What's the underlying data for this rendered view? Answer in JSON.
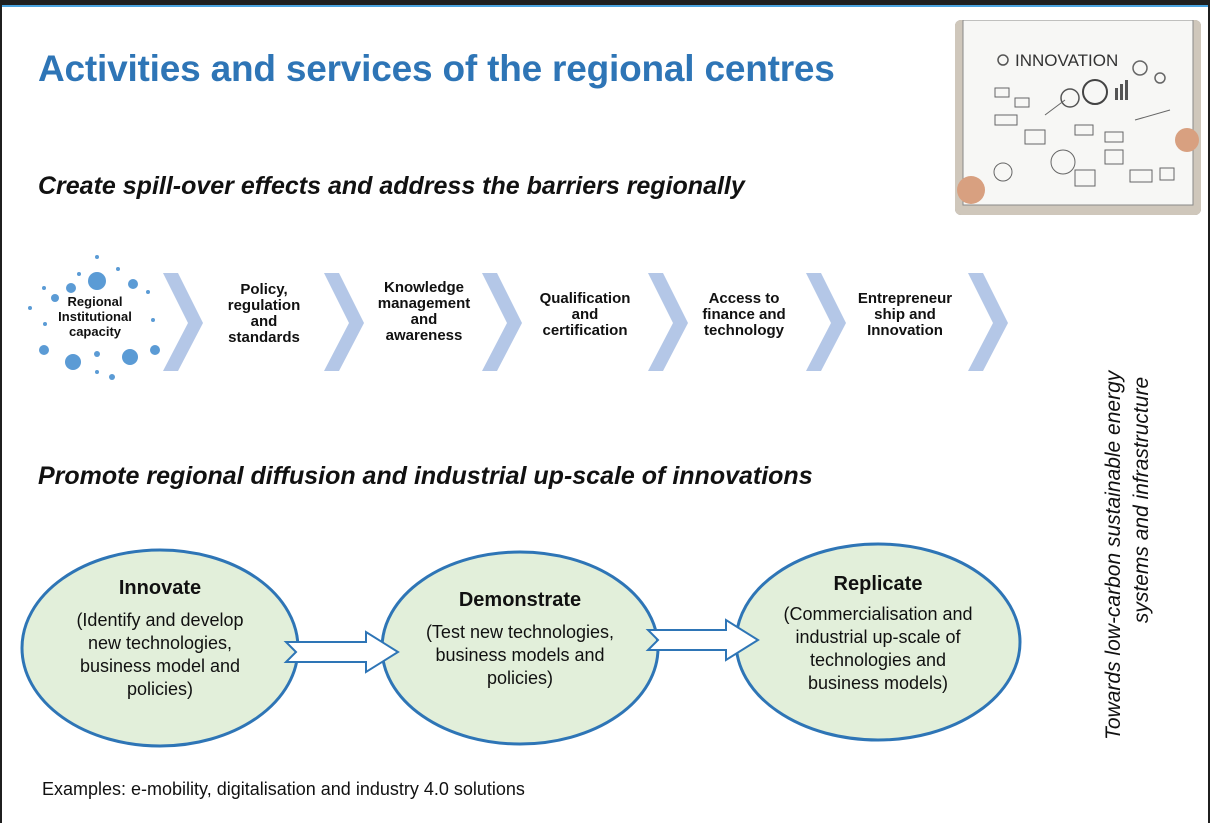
{
  "title": "Activities and services of the regional centres",
  "subheading_1": "Create spill-over effects and address the barriers regionally",
  "subheading_2": "Promote regional diffusion and industrial up-scale of innovations",
  "image": {
    "banner_text": "INNOVATION",
    "icon": "innovation-board-photo"
  },
  "capacity": {
    "lines": [
      "Regional",
      "Institutional",
      "capacity"
    ]
  },
  "barrier_steps": [
    {
      "lines": [
        "Policy,",
        "regulation",
        "and",
        "standards"
      ]
    },
    {
      "lines": [
        "Knowledge",
        "management",
        "and",
        "awareness"
      ]
    },
    {
      "lines": [
        "Qualification",
        "and",
        "certification"
      ]
    },
    {
      "lines": [
        "Access to",
        "finance and",
        "technology"
      ]
    },
    {
      "lines": [
        "Entrepreneur",
        "ship and",
        "Innovation"
      ]
    }
  ],
  "stages": [
    {
      "title": "Innovate",
      "lines": [
        "(Identify and develop",
        "new technologies,",
        "business model and",
        "policies)"
      ]
    },
    {
      "title": "Demonstrate",
      "lines": [
        "(Test new technologies,",
        "business models and",
        "policies)"
      ]
    },
    {
      "title": "Replicate",
      "lines": [
        "(Commercialisation and",
        "industrial up-scale of",
        "technologies and",
        "business models)"
      ]
    }
  ],
  "examples": "Examples: e-mobility, digitalisation and industry 4.0 solutions",
  "side_note": {
    "lines": [
      "Towards low-carbon sustainable energy",
      "systems and infrastructure"
    ]
  },
  "colors": {
    "title_blue": "#2e75b6",
    "chevron": "#b4c7e7",
    "dot_blue": "#5b9bd5",
    "oval_fill": "#e2efda",
    "oval_stroke": "#2e75b6"
  }
}
